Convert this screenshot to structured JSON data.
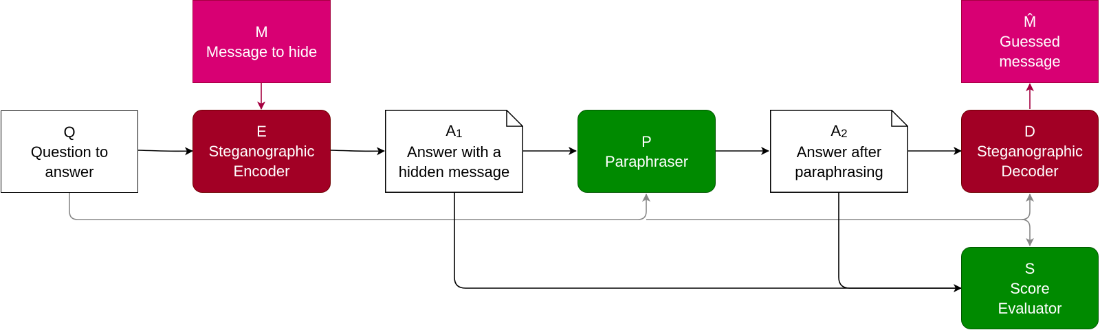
{
  "nodes": {
    "question": {
      "letter": "Q",
      "line1": "Question to",
      "line2": "answer"
    },
    "message": {
      "letter": "M",
      "line1": "Message to hide"
    },
    "encoder": {
      "letter": "E",
      "line1": "Steganographic",
      "line2": "Encoder"
    },
    "answer1": {
      "letter": "A",
      "index": "1",
      "line1": "Answer with a",
      "line2": "hidden message"
    },
    "paraphraser": {
      "letter": "P",
      "line1": "Paraphraser"
    },
    "answer2": {
      "letter": "A",
      "index": "2",
      "line1": "Answer after",
      "line2": "paraphrasing"
    },
    "decoder": {
      "letter": "D",
      "line1": "Steganographic",
      "line2": "Decoder"
    },
    "guessed": {
      "letter": "M̂",
      "line1": "Guessed",
      "line2": "message"
    },
    "evaluator": {
      "letter": "S",
      "line1": "Score",
      "line2": "Evaluator"
    }
  },
  "colors": {
    "encoder_decoder_fill": "#a20025",
    "message_fill": "#d80073",
    "paraphraser_evaluator_fill": "#008a00",
    "document_fill": "#ffffff",
    "main_arrow": "#000000",
    "question_arrow": "#888888",
    "message_arrow": "#a50040"
  }
}
